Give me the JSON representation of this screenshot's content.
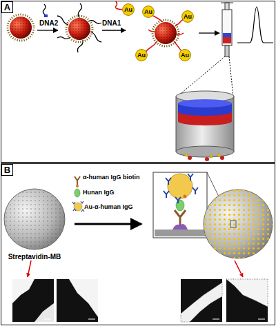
{
  "diagram": {
    "nodes": [
      {
        "text": [
          "A"
        ]
      },
      {
        "text": [
          "Au"
        ]
      },
      {
        "text": [
          "Au"
        ]
      },
      {
        "text": [
          "Au"
        ]
      },
      {
        "text": [
          "Au"
        ]
      },
      {
        "text": [
          "Au"
        ]
      },
      {
        "text": [
          "B"
        ]
      }
    ],
    "labels": [
      "DNA2",
      "DNA1",
      "α-human IgG biotin",
      "Hunan IgG",
      "Au-α-human IgG",
      "Streptavidin-MB"
    ]
  }
}
